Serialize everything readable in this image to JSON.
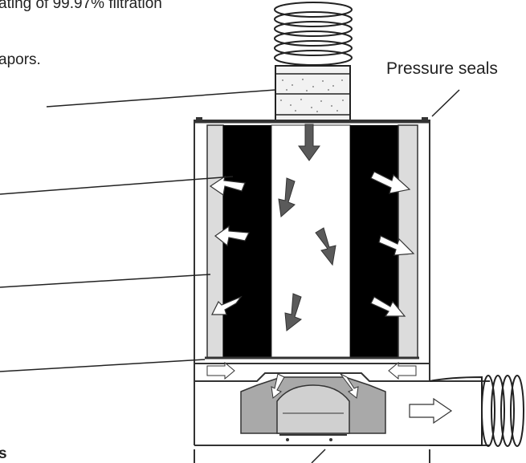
{
  "labels": {
    "fragment_top": "ating of 99.97% filtration",
    "fragment_mid": "apors.",
    "fragment_bottom": "s",
    "pressure_seals": "Pressure seals"
  },
  "colors": {
    "outline": "#333333",
    "filter_black": "#000000",
    "filter_light": "#dcdcdc",
    "arrow_dark": "#5a5a5a",
    "plenum_gray": "#a9a9a9",
    "background": "#ffffff"
  }
}
